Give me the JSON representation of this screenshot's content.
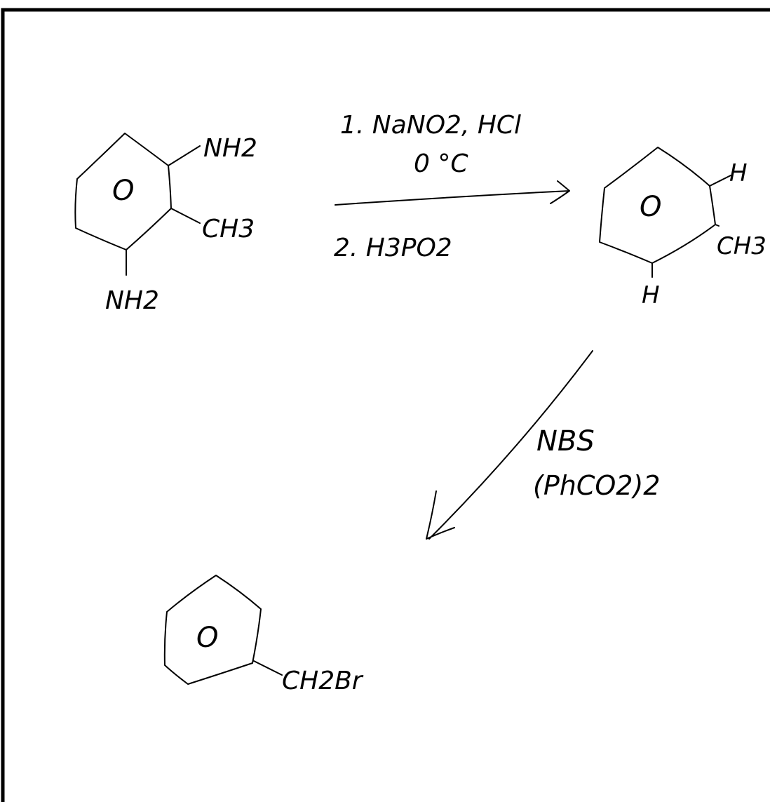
{
  "colors": {
    "ink": "#000000",
    "paper": "#ffffff"
  },
  "starting_material": {
    "ring_symbol": "O",
    "substituent_top": "NH2",
    "substituent_middle": "CH3",
    "substituent_bottom": "NH2"
  },
  "step1": {
    "reagent_line1": "1. NaNO2, HCl",
    "reagent_line2": "0 °C",
    "reagent_line3": "2. H3PO2"
  },
  "intermediate": {
    "ring_symbol": "O",
    "substituent_top": "H",
    "substituent_middle": "CH3",
    "substituent_bottom": "H"
  },
  "step2": {
    "reagent_line1": "NBS",
    "reagent_line2": "(PhCO2)2"
  },
  "product": {
    "ring_symbol": "O",
    "substituent": "CH2Br"
  }
}
